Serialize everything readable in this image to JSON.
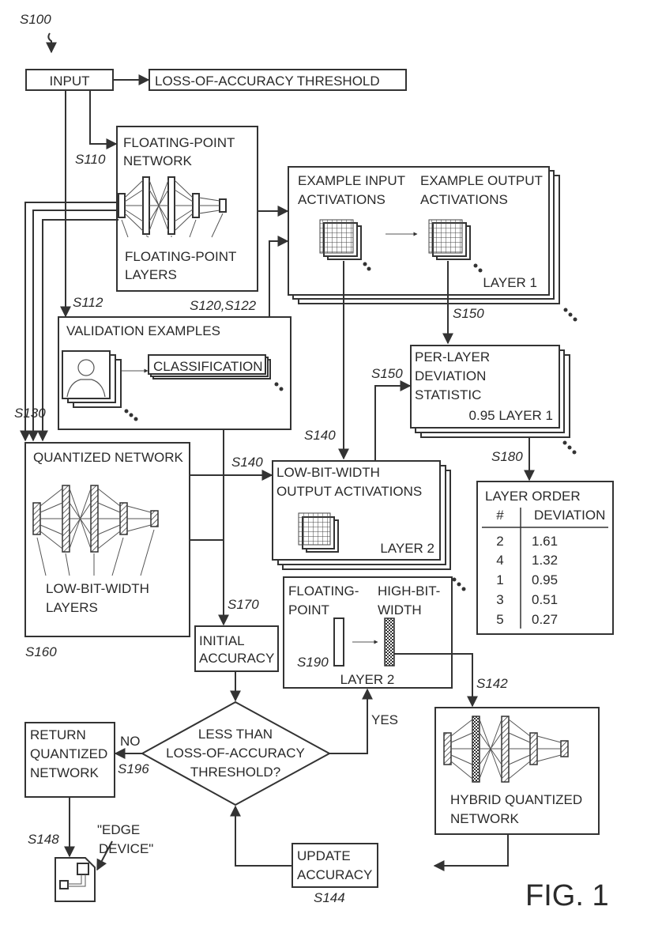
{
  "figure": {
    "title": "FIG. 1",
    "ref": "S100"
  },
  "nodes": {
    "input": {
      "label": "INPUT"
    },
    "threshold": {
      "label": "LOSS-OF-ACCURACY THRESHOLD"
    },
    "fp_network": {
      "line1": "FLOATING-POINT",
      "line2": "NETWORK",
      "sub1": "FLOATING-POINT",
      "sub2": "LAYERS",
      "step": "S110"
    },
    "example_acts": {
      "in1": "EXAMPLE INPUT",
      "in2": "ACTIVATIONS",
      "out1": "EXAMPLE OUTPUT",
      "out2": "ACTIVATIONS",
      "layer": "LAYER 1",
      "step": "S120,S122"
    },
    "validation": {
      "label": "VALIDATION EXAMPLES",
      "classification": "CLASSIFICATION",
      "step": "S112"
    },
    "deviation": {
      "line1": "PER-LAYER",
      "line2": "DEVIATION",
      "line3": "STATISTIC",
      "value": "0.95 LAYER 1",
      "step_in": "S150",
      "step_side": "S150"
    },
    "quantized": {
      "label": "QUANTIZED NETWORK",
      "sub1": "LOW-BIT-WIDTH",
      "sub2": "LAYERS",
      "step_in": "S130",
      "step": "S160"
    },
    "lbw_acts": {
      "line1": "LOW-BIT-WIDTH",
      "line2": "OUTPUT ACTIVATIONS",
      "layer": "LAYER 2",
      "step_a": "S140",
      "step_b": "S140"
    },
    "layer_order": {
      "title": "LAYER ORDER",
      "headers": [
        "#",
        "DEVIATION"
      ],
      "rows": [
        {
          "num": "2",
          "dev": "1.61"
        },
        {
          "num": "4",
          "dev": "1.32"
        },
        {
          "num": "1",
          "dev": "0.95"
        },
        {
          "num": "3",
          "dev": "0.51"
        },
        {
          "num": "5",
          "dev": "0.27"
        }
      ],
      "step": "S180"
    },
    "initial_acc": {
      "line1": "INITIAL",
      "line2": "ACCURACY",
      "step": "S170"
    },
    "convert": {
      "fp1": "FLOATING-",
      "fp2": "POINT",
      "hb1": "HIGH-BIT-",
      "hb2": "WIDTH",
      "layer": "LAYER 2",
      "step": "S190"
    },
    "decision": {
      "line1": "LESS THAN",
      "line2": "LOSS-OF-ACCURACY",
      "line3": "THRESHOLD?",
      "yes": "YES",
      "no": "NO",
      "step": "S196"
    },
    "return_q": {
      "line1": "RETURN",
      "line2": "QUANTIZED",
      "line3": "NETWORK"
    },
    "hybrid": {
      "line1": "HYBRID QUANTIZED",
      "line2": "NETWORK",
      "step": "S142"
    },
    "update_acc": {
      "line1": "UPDATE",
      "line2": "ACCURACY",
      "step": "S144"
    },
    "edge": {
      "line1": "\"EDGE",
      "line2": "DEVICE\"",
      "step": "S148"
    }
  }
}
